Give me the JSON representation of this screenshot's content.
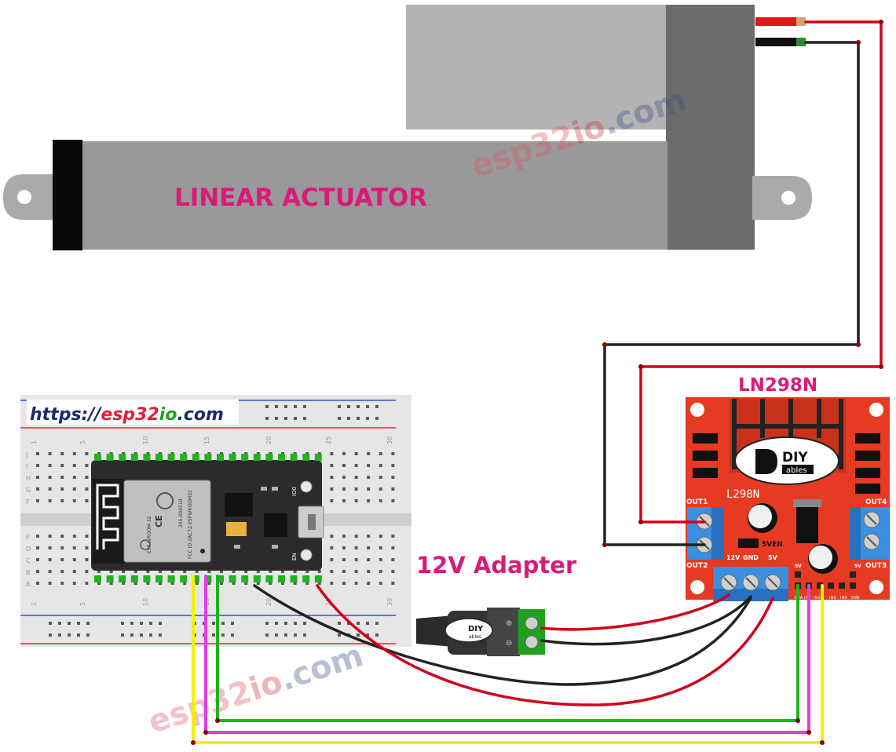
{
  "labels": {
    "actuator": "LINEAR ACTUATOR",
    "driver": "LN298N",
    "adapter": "12V Adapter",
    "url_prefix": "https://",
    "url_brand": "esp32",
    "url_io": "io",
    "url_suffix": ".com",
    "watermark_esp": "esp32",
    "watermark_io": "io",
    "watermark_com": ".com"
  },
  "driver_board": {
    "chip": "L298N",
    "logo_top": "DIY",
    "logo_bottom": "ables",
    "out1": "OUT1",
    "out2": "OUT2",
    "out3": "OUT3",
    "out4": "OUT4",
    "pin_12v": "12V",
    "pin_gnd": "GND",
    "pin_5v": "5V",
    "jumper": "5VEN",
    "ena": "ENA",
    "in1": "IN1",
    "in2": "IN2",
    "in3": "IN3",
    "in4": "IN4",
    "enb": "ENB",
    "side_5v_left": "5V",
    "side_5v_right": "5V"
  },
  "esp32": {
    "module_name": "ESP-WROOM-32",
    "fcc": "FCC ID:2AC7Z-ESPWROOM32",
    "cert": "205-000519",
    "ce": "CE",
    "btn_io0": "IO0",
    "btn_en": "EN"
  },
  "breadboard": {
    "col_numbers": [
      "1",
      "5",
      "10",
      "15",
      "20",
      "25",
      "30"
    ],
    "row_letters_top": [
      "J",
      "I",
      "H",
      "G",
      "F"
    ],
    "row_letters_bottom": [
      "E",
      "D",
      "C",
      "B",
      "A"
    ]
  },
  "adapter_logo": {
    "top": "DIY",
    "bottom": "ables"
  },
  "colors": {
    "wire_red": "#d0021b",
    "wire_black": "#222222",
    "wire_green": "#1fb31f",
    "wire_magenta": "#e23ce2",
    "wire_yellow": "#f2f200",
    "board_red": "#e63a22",
    "label_pink": "#d81b7a",
    "terminal_blue": "#3a8fe0"
  }
}
